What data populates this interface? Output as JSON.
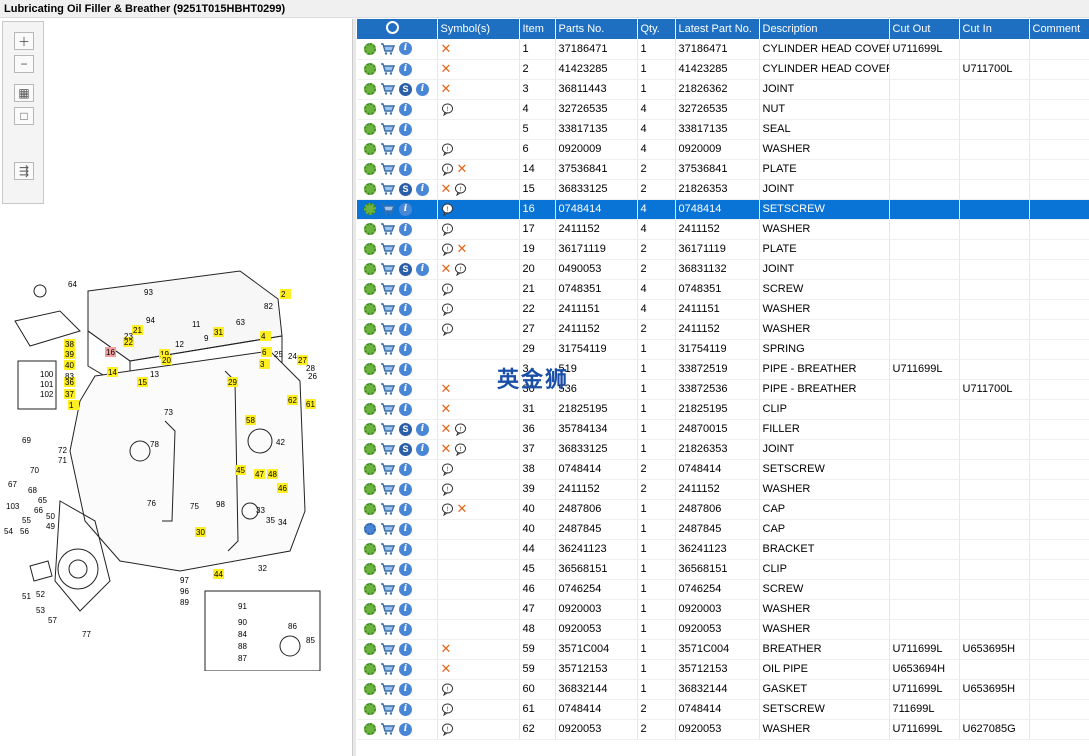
{
  "window": {
    "title": "Lubricating Oil Filler & Breather (9251T015HBHT0299)"
  },
  "watermark": "英金狮",
  "table": {
    "headers": [
      "",
      "Symbol(s)",
      "Item",
      "Parts No.",
      "Qty.",
      "Latest Part No.",
      "Description",
      "Cut Out",
      "Cut In",
      "Comment"
    ],
    "rows": [
      {
        "s": false,
        "sym": [
          "x"
        ],
        "item": "1",
        "part": "37186471",
        "qty": "1",
        "latest": "37186471",
        "desc": "CYLINDER HEAD COVER",
        "out": "U711699L",
        "in": ""
      },
      {
        "s": false,
        "sym": [
          "x"
        ],
        "item": "2",
        "part": "41423285",
        "qty": "1",
        "latest": "41423285",
        "desc": "CYLINDER HEAD COVER",
        "out": "",
        "in": "U711700L"
      },
      {
        "s": true,
        "sym": [
          "x"
        ],
        "item": "3",
        "part": "36811443",
        "qty": "1",
        "latest": "21826362",
        "desc": "JOINT",
        "out": "",
        "in": ""
      },
      {
        "s": false,
        "sym": [
          "b"
        ],
        "item": "4",
        "part": "32726535",
        "qty": "4",
        "latest": "32726535",
        "desc": "NUT",
        "out": "",
        "in": ""
      },
      {
        "s": false,
        "sym": [],
        "item": "5",
        "part": "33817135",
        "qty": "4",
        "latest": "33817135",
        "desc": "SEAL",
        "out": "",
        "in": ""
      },
      {
        "s": false,
        "sym": [
          "b"
        ],
        "item": "6",
        "part": "0920009",
        "qty": "4",
        "latest": "0920009",
        "desc": "WASHER",
        "out": "",
        "in": ""
      },
      {
        "s": false,
        "sym": [
          "b",
          "x"
        ],
        "item": "14",
        "part": "37536841",
        "qty": "2",
        "latest": "37536841",
        "desc": "PLATE",
        "out": "",
        "in": ""
      },
      {
        "s": true,
        "sym": [
          "x",
          "b"
        ],
        "item": "15",
        "part": "36833125",
        "qty": "2",
        "latest": "21826353",
        "desc": "JOINT",
        "out": "",
        "in": ""
      },
      {
        "s": false,
        "sym": [
          "b"
        ],
        "item": "16",
        "part": "0748414",
        "qty": "4",
        "latest": "0748414",
        "desc": "SETSCREW",
        "out": "",
        "in": "",
        "selected": true
      },
      {
        "s": false,
        "sym": [
          "b"
        ],
        "item": "17",
        "part": "2411152",
        "qty": "4",
        "latest": "2411152",
        "desc": "WASHER",
        "out": "",
        "in": ""
      },
      {
        "s": false,
        "sym": [
          "b",
          "x"
        ],
        "item": "19",
        "part": "36171119",
        "qty": "2",
        "latest": "36171119",
        "desc": "PLATE",
        "out": "",
        "in": ""
      },
      {
        "s": true,
        "sym": [
          "x",
          "b"
        ],
        "item": "20",
        "part": "0490053",
        "qty": "2",
        "latest": "36831132",
        "desc": "JOINT",
        "out": "",
        "in": ""
      },
      {
        "s": false,
        "sym": [
          "b"
        ],
        "item": "21",
        "part": "0748351",
        "qty": "4",
        "latest": "0748351",
        "desc": "SCREW",
        "out": "",
        "in": ""
      },
      {
        "s": false,
        "sym": [
          "b"
        ],
        "item": "22",
        "part": "2411151",
        "qty": "4",
        "latest": "2411151",
        "desc": "WASHER",
        "out": "",
        "in": ""
      },
      {
        "s": false,
        "sym": [
          "b"
        ],
        "item": "27",
        "part": "2411152",
        "qty": "2",
        "latest": "2411152",
        "desc": "WASHER",
        "out": "",
        "in": ""
      },
      {
        "s": false,
        "sym": [],
        "item": "29",
        "part": "31754119",
        "qty": "1",
        "latest": "31754119",
        "desc": "SPRING",
        "out": "",
        "in": ""
      },
      {
        "s": false,
        "sym": [],
        "item": "3",
        "part": "519",
        "qty": "1",
        "latest": "33872519",
        "desc": "PIPE - BREATHER",
        "out": "U711699L",
        "in": ""
      },
      {
        "s": false,
        "sym": [
          "x"
        ],
        "item": "30",
        "part": "536",
        "qty": "1",
        "latest": "33872536",
        "desc": "PIPE - BREATHER",
        "out": "",
        "in": "U711700L"
      },
      {
        "s": false,
        "sym": [
          "x"
        ],
        "item": "31",
        "part": "21825195",
        "qty": "1",
        "latest": "21825195",
        "desc": "CLIP",
        "out": "",
        "in": ""
      },
      {
        "s": true,
        "sym": [
          "x",
          "b"
        ],
        "item": "36",
        "part": "35784134",
        "qty": "1",
        "latest": "24870015",
        "desc": "FILLER",
        "out": "",
        "in": ""
      },
      {
        "s": true,
        "sym": [
          "x",
          "b"
        ],
        "item": "37",
        "part": "36833125",
        "qty": "1",
        "latest": "21826353",
        "desc": "JOINT",
        "out": "",
        "in": ""
      },
      {
        "s": false,
        "sym": [
          "b"
        ],
        "item": "38",
        "part": "0748414",
        "qty": "2",
        "latest": "0748414",
        "desc": "SETSCREW",
        "out": "",
        "in": ""
      },
      {
        "s": false,
        "sym": [
          "b"
        ],
        "item": "39",
        "part": "2411152",
        "qty": "2",
        "latest": "2411152",
        "desc": "WASHER",
        "out": "",
        "in": ""
      },
      {
        "s": false,
        "sym": [
          "b",
          "x"
        ],
        "item": "40",
        "part": "2487806",
        "qty": "1",
        "latest": "2487806",
        "desc": "CAP",
        "out": "",
        "in": ""
      },
      {
        "s": false,
        "sym": [],
        "item": "40",
        "part": "2487845",
        "qty": "1",
        "latest": "2487845",
        "desc": "CAP",
        "out": "",
        "in": "",
        "alt": true
      },
      {
        "s": false,
        "sym": [],
        "item": "44",
        "part": "36241123",
        "qty": "1",
        "latest": "36241123",
        "desc": "BRACKET",
        "out": "",
        "in": ""
      },
      {
        "s": false,
        "sym": [],
        "item": "45",
        "part": "36568151",
        "qty": "1",
        "latest": "36568151",
        "desc": "CLIP",
        "out": "",
        "in": ""
      },
      {
        "s": false,
        "sym": [],
        "item": "46",
        "part": "0746254",
        "qty": "1",
        "latest": "0746254",
        "desc": "SCREW",
        "out": "",
        "in": ""
      },
      {
        "s": false,
        "sym": [],
        "item": "47",
        "part": "0920003",
        "qty": "1",
        "latest": "0920003",
        "desc": "WASHER",
        "out": "",
        "in": ""
      },
      {
        "s": false,
        "sym": [],
        "item": "48",
        "part": "0920053",
        "qty": "1",
        "latest": "0920053",
        "desc": "WASHER",
        "out": "",
        "in": ""
      },
      {
        "s": false,
        "sym": [
          "x"
        ],
        "item": "59",
        "part": "3571C004",
        "qty": "1",
        "latest": "3571C004",
        "desc": "BREATHER",
        "out": "U711699L",
        "in": "U653695H"
      },
      {
        "s": false,
        "sym": [
          "x"
        ],
        "item": "59",
        "part": "35712153",
        "qty": "1",
        "latest": "35712153",
        "desc": "OIL PIPE",
        "out": "U653694H",
        "in": ""
      },
      {
        "s": false,
        "sym": [
          "b"
        ],
        "item": "60",
        "part": "36832144",
        "qty": "1",
        "latest": "36832144",
        "desc": "GASKET",
        "out": "U711699L",
        "in": "U653695H"
      },
      {
        "s": false,
        "sym": [
          "b"
        ],
        "item": "61",
        "part": "0748414",
        "qty": "2",
        "latest": "0748414",
        "desc": "SETSCREW",
        "out": "711699L",
        "in": ""
      },
      {
        "s": false,
        "sym": [
          "b"
        ],
        "item": "62",
        "part": "0920053",
        "qty": "2",
        "latest": "0920053",
        "desc": "WASHER",
        "out": "U711699L",
        "in": "U627085G"
      }
    ]
  },
  "diagram": {
    "labels": [
      "64",
      "93",
      "2",
      "82",
      "94",
      "11",
      "63",
      "4",
      "12",
      "21",
      "31",
      "9",
      "6",
      "3",
      "25",
      "24",
      "27",
      "28",
      "22",
      "23",
      "16",
      "19",
      "14",
      "15",
      "20",
      "13",
      "26",
      "29",
      "62",
      "61",
      "58",
      "42",
      "45",
      "47",
      "48",
      "46",
      "30",
      "44",
      "32",
      "35",
      "33",
      "34",
      "38",
      "39",
      "40",
      "36",
      "37",
      "1",
      "83",
      "100",
      "101",
      "102",
      "69",
      "72",
      "71",
      "70",
      "67",
      "68",
      "103",
      "65",
      "66",
      "55",
      "56",
      "54",
      "49",
      "50",
      "51",
      "53",
      "52",
      "57",
      "77",
      "76",
      "75",
      "73",
      "78",
      "98",
      "97",
      "96",
      "89",
      "91",
      "90",
      "84",
      "88",
      "87",
      "86",
      "85"
    ],
    "highlighted": [
      "2",
      "31",
      "4",
      "21",
      "22",
      "16",
      "19",
      "14",
      "15",
      "20",
      "29",
      "6",
      "3",
      "27",
      "62",
      "61",
      "58",
      "45",
      "47",
      "48",
      "46",
      "30",
      "44",
      "38",
      "39",
      "40",
      "36",
      "37",
      "1",
      "3"
    ]
  }
}
